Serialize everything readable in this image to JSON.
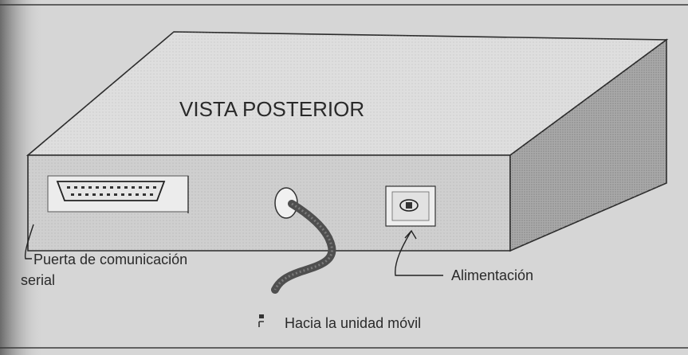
{
  "figure": {
    "title": "VISTA POSTERIOR",
    "labels": {
      "serial_port_line1": "Puerta de comunicación",
      "serial_port_line2": "serial",
      "power": "Alimentación",
      "to_mobile_unit": "Hacia la unidad móvil"
    },
    "icons": {
      "serial_port": "db25-serial-connector-icon",
      "cable_port": "round-cable-port-icon",
      "power_socket": "power-socket-icon"
    },
    "colors": {
      "background": "#d6d6d6",
      "box_top": "#dedede",
      "box_front": "#cfcfcf",
      "box_side": "#a9a9a9",
      "outline": "#2b2b2b",
      "cable": "#5c5c5c"
    }
  }
}
